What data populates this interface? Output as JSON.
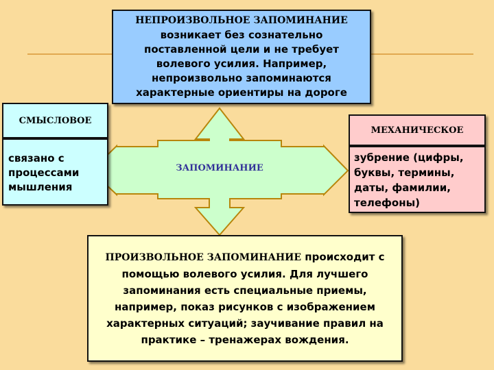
{
  "top": {
    "title": "НЕПРОИЗВОЛЬНОЕ ЗАПОМИНАНИЕ",
    "text": "возникает без сознательно поставленной цели и не требует волевого усилия. Например, непроизвольно запоминаются характерные ориентиры на дороге"
  },
  "left": {
    "title": "СМЫСЛОВОЕ",
    "text": "связано с процессами мышления"
  },
  "right": {
    "title": "МЕХАНИЧЕСКОЕ",
    "text": "зубрение (цифры, буквы, термины, даты, фамилии, телефоны)"
  },
  "center": {
    "label": "ЗАПОМИНАНИЕ"
  },
  "bottom": {
    "title": "ПРОИЗВОЛЬНОЕ ЗАПОМИНАНИЕ",
    "text": "происходит с помощью волевого усилия. Для лучшего запоминания есть специальные приемы, например, показ рисунков с изображением характерных ситуаций; заучивание правил на практике – тренажерах вождения."
  },
  "colors": {
    "background": "#fadc9c",
    "arrow_fill": "#ccffcc",
    "arrow_stroke": "#b8860b",
    "top_box": "#99ccff",
    "side_left": "#ccffff",
    "side_right": "#ffcccc",
    "bottom_box": "#ffffcc"
  }
}
